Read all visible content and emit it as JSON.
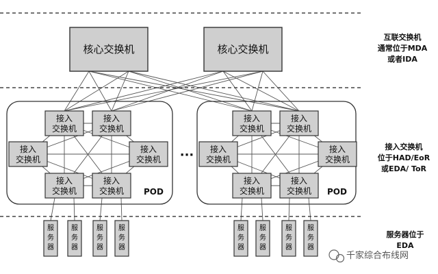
{
  "core_switches": [
    "核心交换机",
    "核心交换机"
  ],
  "access_switch_label": [
    "接入",
    "交换机"
  ],
  "server_label": [
    "服",
    "务",
    "器"
  ],
  "pod_label": "POD",
  "ellipsis": "···",
  "layer_labels": {
    "core": [
      "互联交换机",
      "通常位于MDA",
      "或者IDA"
    ],
    "access": [
      "接入交换机",
      "位于HAD/EoR",
      "或EDA/ ToR"
    ],
    "server": [
      "服务器位于",
      "EDA"
    ]
  },
  "watermark": "千家综合布线网",
  "colors": {
    "box_fill": "#d0d0d0",
    "line": "#555555",
    "text": "#111111"
  }
}
